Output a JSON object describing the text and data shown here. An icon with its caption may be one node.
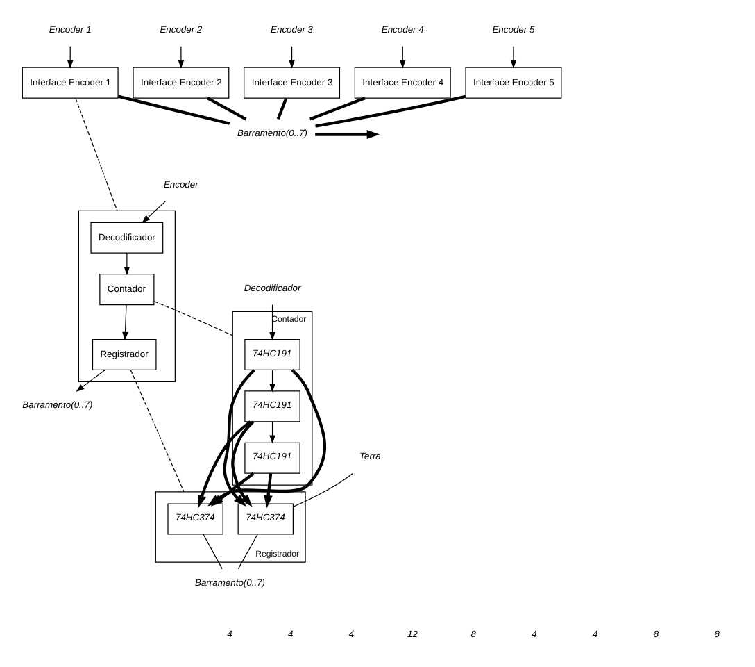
{
  "diagram": {
    "nodes": [
      {
        "text": [
          "Encoder 1"
        ]
      },
      {
        "text": [
          "Encoder 2"
        ]
      },
      {
        "text": [
          "Encoder 3"
        ]
      },
      {
        "text": [
          "Encoder 4"
        ]
      },
      {
        "text": [
          "Encoder 5"
        ]
      },
      {
        "text": [
          "Interface Encoder 1"
        ]
      },
      {
        "text": [
          "Interface Encoder 2"
        ]
      },
      {
        "text": [
          "Interface Encoder 3"
        ]
      },
      {
        "text": [
          "Interface Encoder 4"
        ]
      },
      {
        "text": [
          "Interface Encoder 5"
        ]
      },
      {
        "text": [
          "Barramento(0..7)"
        ]
      },
      {
        "text": [
          "Encoder"
        ]
      },
      {
        "text": [],
        "shape": "box"
      },
      {
        "text": [
          "Decodificador"
        ],
        "in": 12
      },
      {
        "text": [
          "Contador"
        ],
        "in": 12
      },
      {
        "text": [
          "Registrador"
        ],
        "in": 12
      },
      {
        "text": [
          "Barramento(0..7)"
        ]
      },
      {
        "text": [
          "Decodificador"
        ]
      },
      {
        "text": [
          "Contador"
        ]
      },
      {
        "text": [
          "74HC191"
        ],
        "in": 18
      },
      {
        "text": [
          "74HC191"
        ],
        "in": 18
      },
      {
        "text": [
          "74HC191"
        ],
        "in": 18
      },
      {
        "text": [
          "Registrador"
        ]
      },
      {
        "text": [
          "74HC374"
        ],
        "in": 22
      },
      {
        "text": [
          "74HC374"
        ],
        "in": 22
      },
      {
        "text": [
          "Terra"
        ]
      },
      {
        "text": [
          "Barramento(0..7)"
        ]
      }
    ],
    "edges": [
      {
        "from": 0,
        "to": 5,
        "arrow": "to"
      },
      {
        "from": 1,
        "to": 6,
        "arrow": "to"
      },
      {
        "from": 2,
        "to": 7,
        "arrow": "to"
      },
      {
        "from": 3,
        "to": 8,
        "arrow": "to"
      },
      {
        "from": 4,
        "to": 9,
        "arrow": "to"
      },
      {
        "from": 5,
        "to": 10,
        "arrow": "none",
        "style": "thick"
      },
      {
        "from": 6,
        "to": 10,
        "arrow": "none",
        "style": "thick"
      },
      {
        "from": 7,
        "to": 10,
        "arrow": "none",
        "style": "thick"
      },
      {
        "from": 8,
        "to": 10,
        "arrow": "none",
        "style": "thick"
      },
      {
        "from": 9,
        "to": 10,
        "arrow": "none",
        "style": "thick"
      },
      {
        "from": 10,
        "to": null,
        "arrow": "to",
        "style": "thick"
      },
      {
        "from": 5,
        "to": 12,
        "arrow": "none",
        "style": "dashed"
      },
      {
        "from": 11,
        "to": 13,
        "arrow": "to"
      },
      {
        "from": 13,
        "to": 14,
        "arrow": "to"
      },
      {
        "from": 14,
        "to": 15,
        "arrow": "to"
      },
      {
        "from": 15,
        "to": 16,
        "arrow": "to"
      },
      {
        "from": 14,
        "to": 18,
        "arrow": "none",
        "style": "dashed"
      },
      {
        "from": 15,
        "to": 22,
        "arrow": "none",
        "style": "dashed"
      },
      {
        "from": 17,
        "to": 19,
        "arrow": "to"
      },
      {
        "from": 19,
        "to": 20,
        "arrow": "to"
      },
      {
        "from": 20,
        "to": 21,
        "arrow": "to"
      },
      {
        "from": 19,
        "to": 23,
        "arrow": "to",
        "style": "thick"
      },
      {
        "from": 20,
        "to": 23,
        "arrow": "to",
        "style": "thick"
      },
      {
        "from": 21,
        "to": 23,
        "arrow": "to",
        "style": "thick"
      },
      {
        "from": 19,
        "to": 24,
        "arrow": "to",
        "style": "thick"
      },
      {
        "from": 20,
        "to": 24,
        "arrow": "to",
        "style": "thick"
      },
      {
        "from": 21,
        "to": 24,
        "arrow": "to",
        "style": "thick"
      },
      {
        "from": 25,
        "to": 24,
        "arrow": "none"
      },
      {
        "from": 23,
        "to": 26,
        "arrow": "none"
      },
      {
        "from": 24,
        "to": 26,
        "arrow": "none"
      }
    ],
    "labels": [
      "4",
      "4",
      "4",
      "12",
      "8",
      "4",
      "4",
      "8",
      "8"
    ]
  }
}
